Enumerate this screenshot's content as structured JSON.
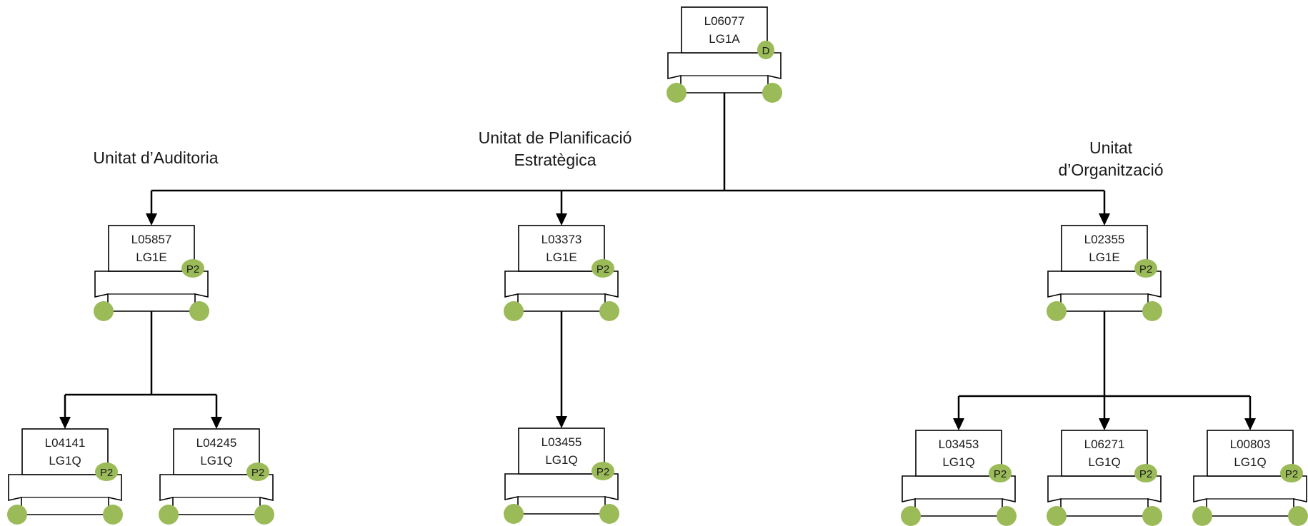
{
  "colors": {
    "line": "#000000",
    "box_fill": "#ffffff",
    "node_fill": "#9bbb59",
    "text": "#1a1a1a"
  },
  "root": {
    "id": "L06077",
    "type": "LG1A",
    "badge": "D",
    "connector_icon": "arrow-down-icon"
  },
  "branches": [
    {
      "unit_label_lines": [
        "Unitat d’Auditoria"
      ],
      "head": {
        "id": "L05857",
        "type": "LG1E",
        "badge": "P2"
      },
      "children": [
        {
          "id": "L04141",
          "type": "LG1Q",
          "badge": "P2"
        },
        {
          "id": "L04245",
          "type": "LG1Q",
          "badge": "P2"
        }
      ]
    },
    {
      "unit_label_lines": [
        "Unitat de Planificació",
        "Estratègica"
      ],
      "head": {
        "id": "L03373",
        "type": "LG1E",
        "badge": "P2"
      },
      "children": [
        {
          "id": "L03455",
          "type": "LG1Q",
          "badge": "P2"
        }
      ]
    },
    {
      "unit_label_lines": [
        "Unitat",
        "d’Organització"
      ],
      "head": {
        "id": "L02355",
        "type": "LG1E",
        "badge": "P2"
      },
      "children": [
        {
          "id": "L03453",
          "type": "LG1Q",
          "badge": "P2"
        },
        {
          "id": "L06271",
          "type": "LG1Q",
          "badge": "P2"
        },
        {
          "id": "L00803",
          "type": "LG1Q",
          "badge": "P2"
        }
      ]
    }
  ]
}
